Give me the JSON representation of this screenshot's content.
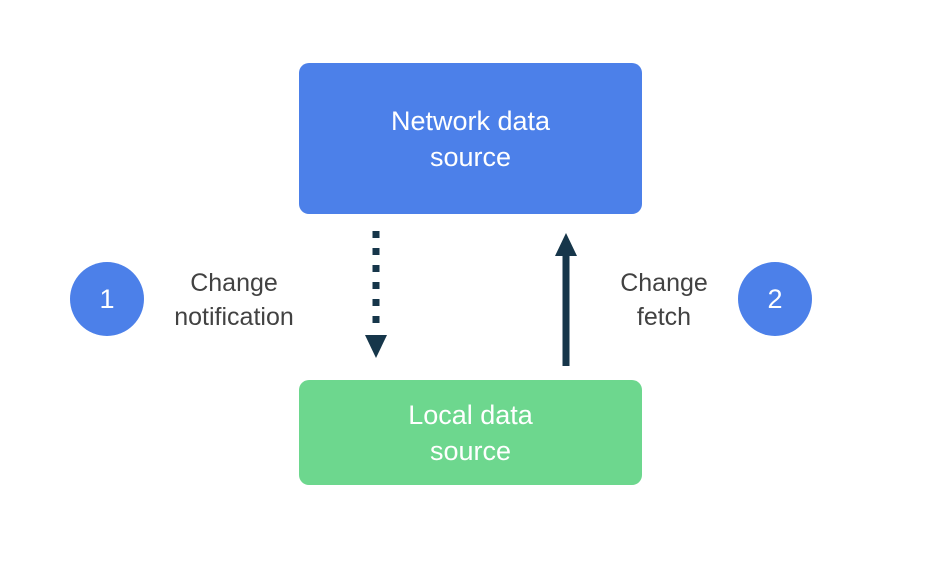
{
  "diagram": {
    "nodes": {
      "network": {
        "label": "Network data source"
      },
      "local": {
        "label": "Local data source"
      }
    },
    "flows": {
      "notification": {
        "badge": "1",
        "label": "Change notification",
        "arrow_style": "dotted",
        "direction": "network-to-local"
      },
      "fetch": {
        "badge": "2",
        "label": "Change fetch",
        "arrow_style": "solid",
        "direction": "local-to-network"
      }
    },
    "colors": {
      "node-blue": "#4c80e9",
      "node-green": "#6dd78e",
      "badge-blue": "#4c80e9",
      "arrow": "#16364a",
      "label-text": "#424242",
      "node-text": "#ffffff"
    }
  }
}
